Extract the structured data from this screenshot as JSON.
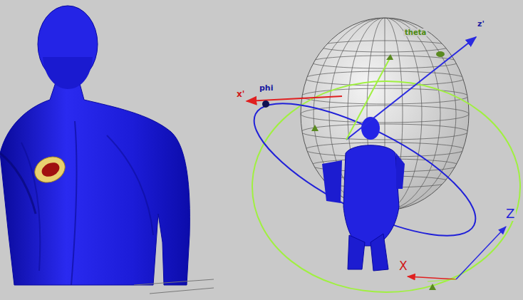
{
  "diagram": {
    "labels": [
      "phi",
      "x'",
      "theta",
      "z'",
      "Z",
      "X"
    ]
  }
}
